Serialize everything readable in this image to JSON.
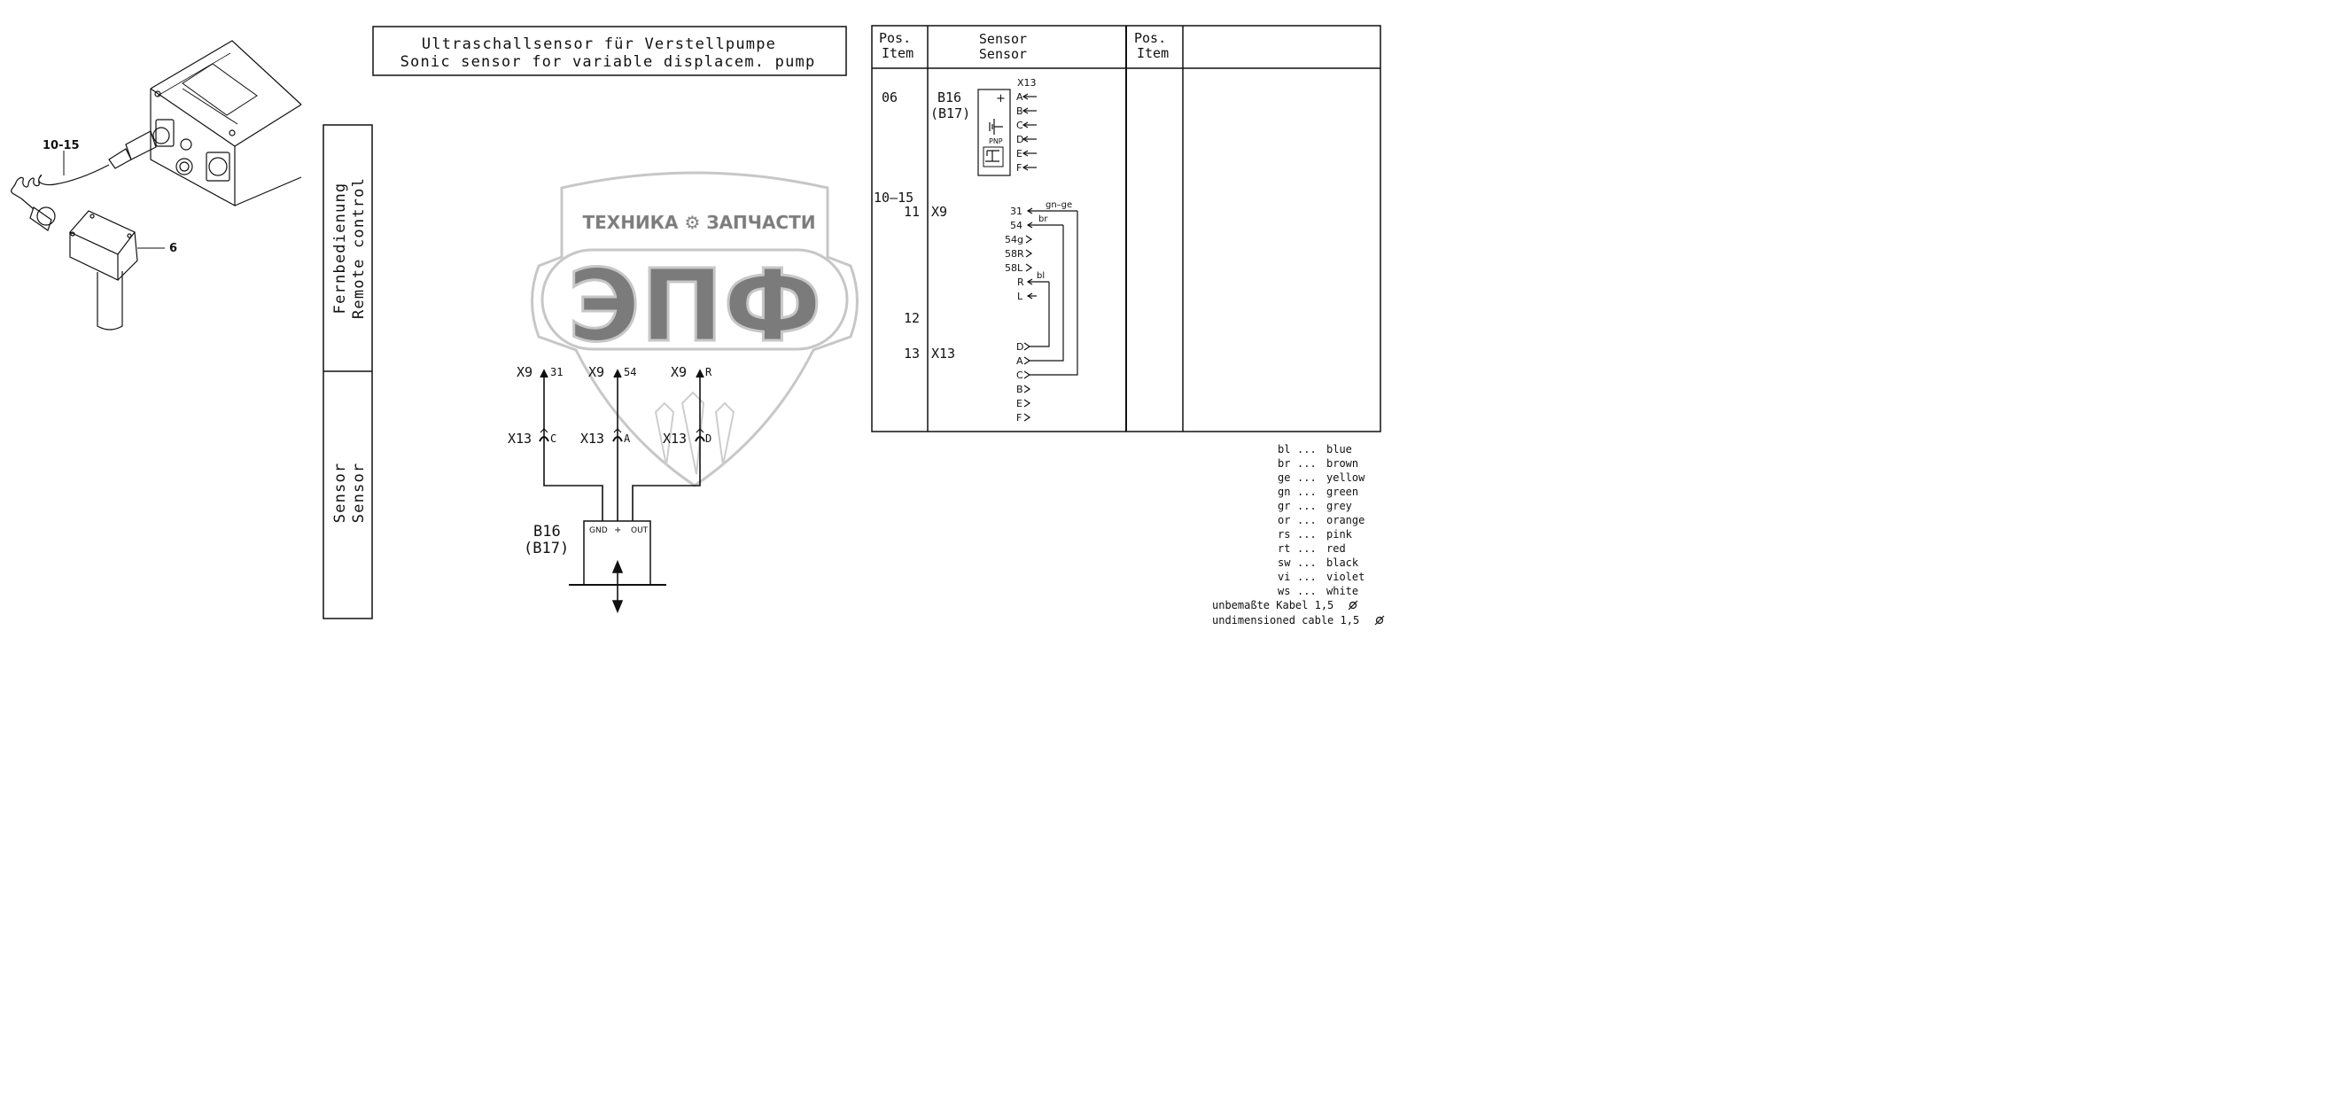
{
  "title": {
    "de": "Ultraschallsensor für Verstellpumpe",
    "en": "Sonic sensor for variable displacem. pump"
  },
  "watermark": {
    "top": "ТЕХНИКА ⚙ ЗАПЧАСТИ",
    "big": "ЭПФ"
  },
  "illustration": {
    "callout_cable": "10-15",
    "callout_sensor": "6"
  },
  "side_labels": {
    "remote_de": "Fernbedienung",
    "remote_en": "Remote control",
    "sensor_de": "Sensor",
    "sensor_en": "Sensor"
  },
  "wiring": {
    "wires": [
      {
        "conn_top": "X9",
        "pin_top": "31",
        "conn_mid": "X13",
        "pin_mid": "C"
      },
      {
        "conn_top": "X9",
        "pin_top": "54",
        "conn_mid": "X13",
        "pin_mid": "A"
      },
      {
        "conn_top": "X9",
        "pin_top": "R",
        "conn_mid": "X13",
        "pin_mid": "D"
      }
    ],
    "sensor_box": {
      "pins": [
        "GND",
        "+",
        "OUT"
      ],
      "name": "B16",
      "alt": "(B17)"
    }
  },
  "table": {
    "headers": {
      "pos_de": "Pos.",
      "pos_en": "Item",
      "sensor_de": "Sensor",
      "sensor_en": "Sensor",
      "pos2_de": "Pos.",
      "pos2_en": "Item"
    },
    "rows": [
      {
        "pos": "06",
        "label": "B16",
        "label2": "(B17)"
      },
      {
        "pos": "10–15",
        "pos2": "11",
        "label": "X9"
      },
      {
        "pos": "12"
      },
      {
        "pos": "13",
        "label": "X13"
      }
    ],
    "sensor_connector": {
      "name": "X13",
      "pins": [
        "A",
        "B",
        "C",
        "D",
        "E",
        "F"
      ],
      "plus": "+",
      "pnp": "PNP"
    },
    "x9_pins": [
      "31",
      "54",
      "54g",
      "58R",
      "58L",
      "R",
      "L"
    ],
    "x13_pins": [
      "D",
      "A",
      "C",
      "B",
      "E",
      "F"
    ],
    "wire_colors": {
      "w31": "gn–ge",
      "w54": "br",
      "wR": "bl"
    }
  },
  "legend": {
    "items": [
      {
        "code": "bl",
        "name": "blue"
      },
      {
        "code": "br",
        "name": "brown"
      },
      {
        "code": "ge",
        "name": "yellow"
      },
      {
        "code": "gn",
        "name": "green"
      },
      {
        "code": "gr",
        "name": "grey"
      },
      {
        "code": "or",
        "name": "orange"
      },
      {
        "code": "rs",
        "name": "pink"
      },
      {
        "code": "rt",
        "name": "red"
      },
      {
        "code": "sw",
        "name": "black"
      },
      {
        "code": "vi",
        "name": "violet"
      },
      {
        "code": "ws",
        "name": "white"
      }
    ],
    "cable_de": "unbemaßte Kabel 1,5",
    "cable_en": "undimensioned cable 1,5"
  }
}
